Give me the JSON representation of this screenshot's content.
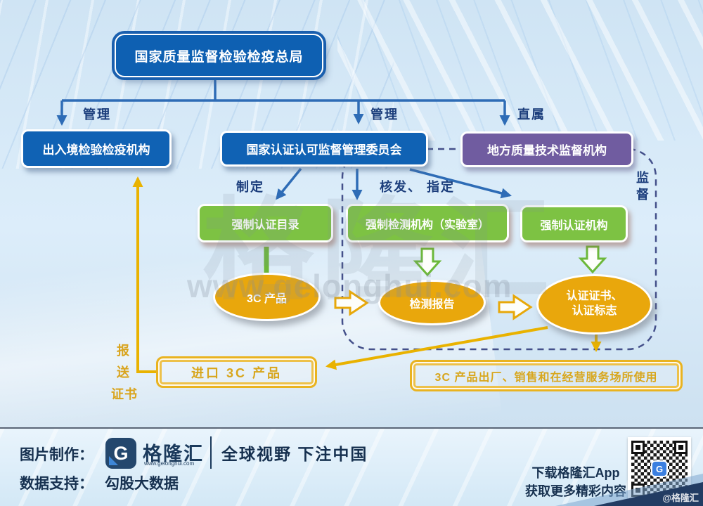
{
  "colors": {
    "node_blue": "#1062b4",
    "node_purple": "#705ca0",
    "node_green": "#7dc243",
    "ellipse_yellow": "#e9a70c",
    "outline_yellow": "#e9b320",
    "connector_blue": "#2e6cb6",
    "connector_yellow": "#e9b200",
    "dash_navy": "#44508a",
    "label_navy": "#1c3e7c",
    "footer_navy": "#16304f"
  },
  "diagram": {
    "root": "国家质量监督检验检疫总局",
    "edge_manage_left": "管理",
    "edge_manage_mid": "管理",
    "edge_direct": "直属",
    "agency_left": "出入境检验检疫机构",
    "agency_mid": "国家认证认可监督管理委员会",
    "agency_right": "地方质量技术监督机构",
    "edge_formulate": "制定",
    "edge_issue_designate": "核发、 指定",
    "edge_supervise": "监督",
    "catalog": "强制认证目录",
    "test_org": "强制检测机构（实验室）",
    "cert_org": "强制认证机构",
    "product": "3C 产品",
    "report": "检测报告",
    "cert_line1": "认证证书、",
    "cert_line2": "认证标志",
    "import_box": "进口 3C 产品",
    "usage_box": "3C 产品出厂、销售和在经营服务场所使用",
    "submit_l1": "报",
    "submit_l2": "送",
    "submit_l3": "证书",
    "watermark_brand": "格隆汇",
    "watermark_url": "www.gelonghui.com"
  },
  "footer": {
    "made_by": "图片制作：",
    "logo_letter": "G",
    "brand": "格隆汇",
    "brand_url": "www.gelonghui.com",
    "slogan": "全球视野 下注中国",
    "data_support": "数据支持：",
    "data_source": "勾股大数据",
    "app_line1": "下载格隆汇App",
    "app_line2": "获取更多精彩内容",
    "qr_badge": "G",
    "corner_mark": "@格隆汇"
  }
}
